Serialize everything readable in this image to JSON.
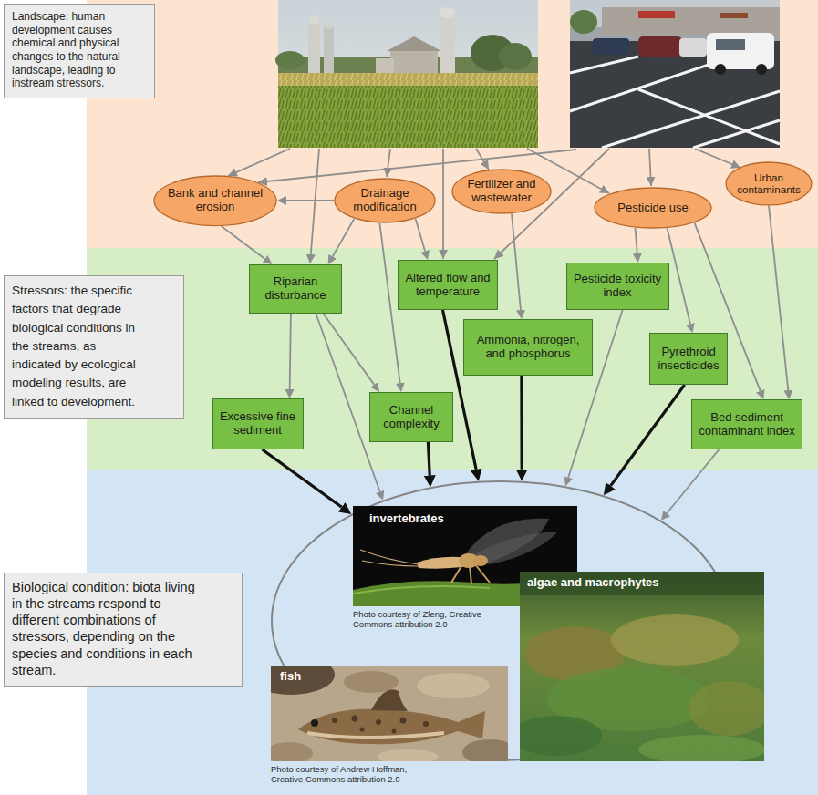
{
  "diagram": {
    "nodes": [
      {
        "text": [
          "Landscape: human development causes chemical and physical changes to the natural landscape, leading to instream stressors."
        ]
      },
      {
        "text": [
          "Bank and channel erosion"
        ]
      },
      {
        "text": [
          "Drainage modification"
        ]
      },
      {
        "text": [
          "Fertilizer and wastewater"
        ]
      },
      {
        "text": [
          "Pesticide use"
        ]
      },
      {
        "text": [
          "Urban contaminants"
        ]
      },
      {
        "text": [
          "Stressors: the specific factors that degrade biological conditions in the streams, as indicated by ecological modeling results, are linked to development."
        ]
      },
      {
        "text": [
          "Riparian disturbance"
        ]
      },
      {
        "text": [
          "Altered flow and temperature"
        ]
      },
      {
        "text": [
          "Pesticide toxicity index"
        ]
      },
      {
        "text": [
          "Ammonia, nitrogen, and phosphorus"
        ]
      },
      {
        "text": [
          "Pyrethroid insecticides"
        ]
      },
      {
        "text": [
          "Excessive fine sediment"
        ]
      },
      {
        "text": [
          "Channel complexity"
        ]
      },
      {
        "text": [
          "Bed sediment contaminant index"
        ]
      },
      {
        "text": [
          "Biological condition: biota living in the streams respond to different combinations of stressors, depending on the species and conditions in each stream."
        ]
      },
      {
        "text": []
      },
      {
        "text": [
          "invertebrates",
          "Photo courtesy of Zleng, Creative Commons attribution 2.0"
        ],
        "in": 16
      },
      {
        "text": [
          "algae and macrophytes"
        ],
        "in": 16
      },
      {
        "text": [
          "fish",
          "Photo courtesy of Andrew Hoffman, Creative Commons attribution 2.0"
        ],
        "in": 16
      }
    ],
    "edges": [
      {
        "from": 2,
        "to": 1,
        "arrow": "to"
      },
      {
        "from": 1,
        "to": 7,
        "arrow": "to"
      },
      {
        "from": 2,
        "to": 7,
        "arrow": "to"
      },
      {
        "from": 2,
        "to": 8,
        "arrow": "to"
      },
      {
        "from": 2,
        "to": 13,
        "arrow": "to"
      },
      {
        "from": 3,
        "to": 10,
        "arrow": "to"
      },
      {
        "from": 4,
        "to": 9,
        "arrow": "to"
      },
      {
        "from": 4,
        "to": 11,
        "arrow": "to"
      },
      {
        "from": 4,
        "to": 14,
        "arrow": "to"
      },
      {
        "from": 5,
        "to": 14,
        "arrow": "to"
      },
      {
        "from": 7,
        "to": 12,
        "arrow": "to"
      },
      {
        "from": 7,
        "to": 13,
        "arrow": "to"
      },
      {
        "from": 7,
        "to": 16,
        "arrow": "to"
      },
      {
        "from": 12,
        "to": 16,
        "arrow": "to"
      },
      {
        "from": 13,
        "to": 16,
        "arrow": "to"
      },
      {
        "from": 8,
        "to": 16,
        "arrow": "to"
      },
      {
        "from": 10,
        "to": 16,
        "arrow": "to"
      },
      {
        "from": 9,
        "to": 16,
        "arrow": "to"
      },
      {
        "from": 11,
        "to": 16,
        "arrow": "to"
      },
      {
        "from": 14,
        "to": 16,
        "arrow": "to"
      }
    ]
  }
}
